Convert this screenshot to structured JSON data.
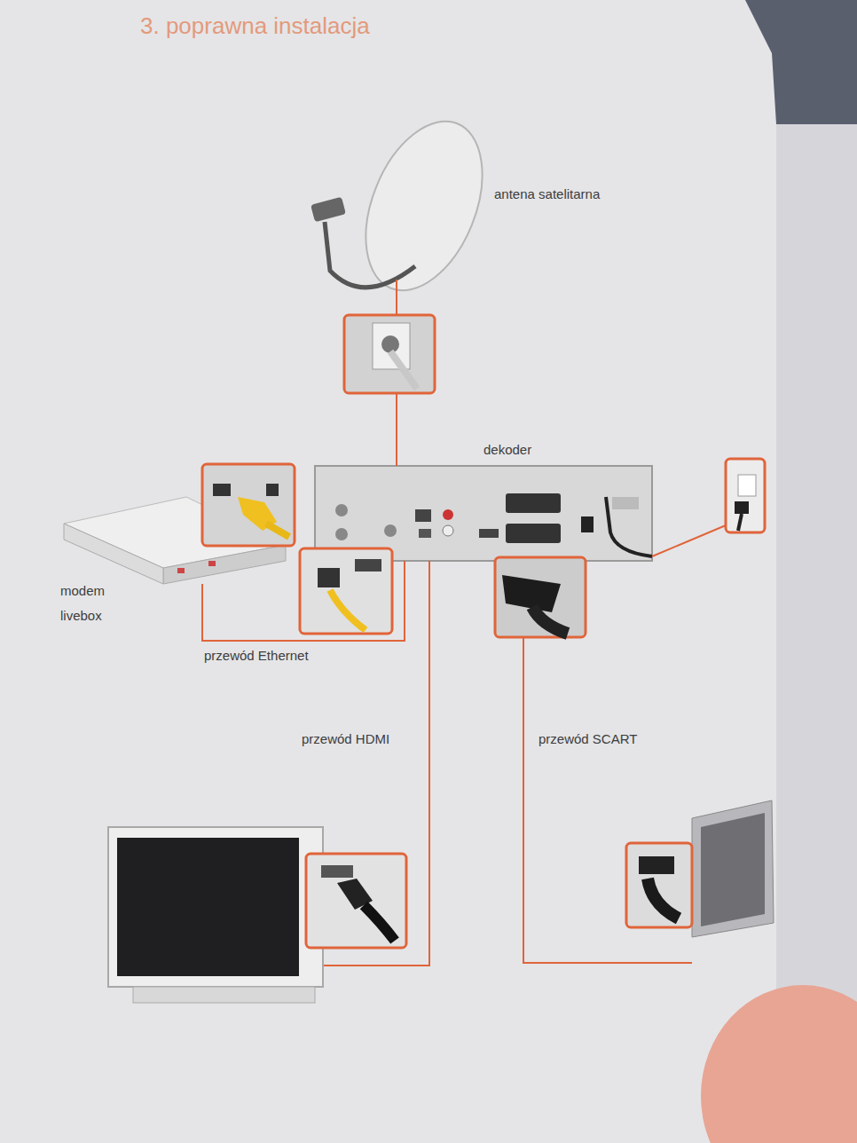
{
  "diagram": {
    "title": "3. poprawna instalacja",
    "nodes": [
      {
        "text": [
          "antena satelitarna"
        ]
      },
      {
        "text": [
          "dekoder"
        ]
      },
      {
        "text": [
          "modem livebox"
        ]
      }
    ],
    "edges": [
      {
        "from": 0,
        "to": 1,
        "arrow": "none"
      },
      {
        "from": 2,
        "to": 1,
        "label": "przewód Ethernet",
        "arrow": "none"
      }
    ],
    "labels": [
      "przewód HDMI",
      "przewód SCART"
    ]
  }
}
